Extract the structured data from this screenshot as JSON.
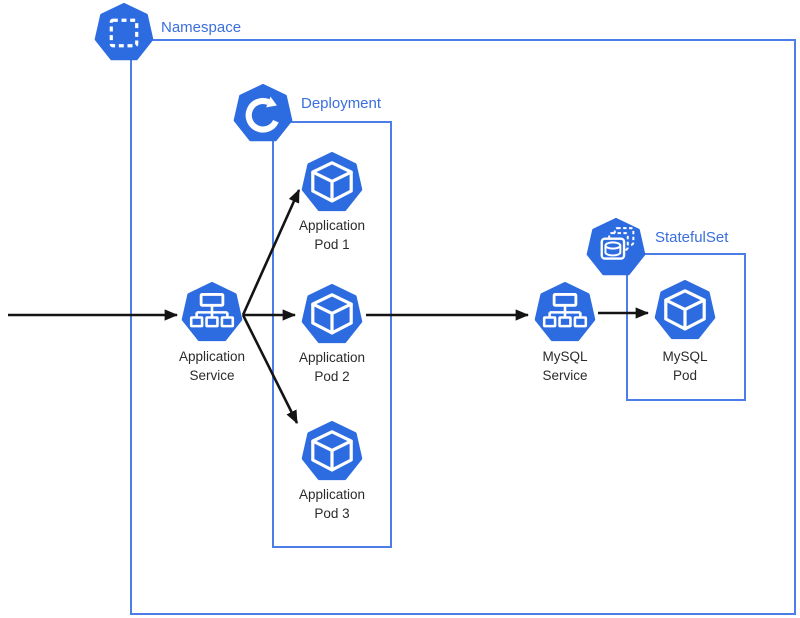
{
  "colors": {
    "icon-blue": "#2d6ce0",
    "border-blue": "#4d7de8",
    "label-blue": "#3a6fdd",
    "node-text": "#2b2b2b",
    "arrow": "#141414",
    "background": "#ffffff"
  },
  "groups": {
    "namespace": {
      "label": "Namespace",
      "icon": "namespace-icon"
    },
    "deployment": {
      "label": "Deployment",
      "icon": "deployment-icon"
    },
    "statefulset": {
      "label": "StatefulSet",
      "icon": "statefulset-icon"
    }
  },
  "nodes": {
    "app_service": {
      "line1": "Application",
      "line2": "Service",
      "icon": "service-icon"
    },
    "app_pod_1": {
      "line1": "Application",
      "line2": "Pod 1",
      "icon": "pod-icon"
    },
    "app_pod_2": {
      "line1": "Application",
      "line2": "Pod 2",
      "icon": "pod-icon"
    },
    "app_pod_3": {
      "line1": "Application",
      "line2": "Pod 3",
      "icon": "pod-icon"
    },
    "mysql_service": {
      "line1": "MySQL",
      "line2": "Service",
      "icon": "service-icon"
    },
    "mysql_pod": {
      "line1": "MySQL",
      "line2": "Pod",
      "icon": "pod-icon"
    }
  },
  "edges": [
    {
      "from": "external-left",
      "to": "app_service"
    },
    {
      "from": "app_service",
      "to": "app_pod_1"
    },
    {
      "from": "app_service",
      "to": "app_pod_2"
    },
    {
      "from": "app_service",
      "to": "app_pod_3"
    },
    {
      "from": "app_pod_2",
      "to": "mysql_service"
    },
    {
      "from": "mysql_service",
      "to": "mysql_pod"
    }
  ]
}
